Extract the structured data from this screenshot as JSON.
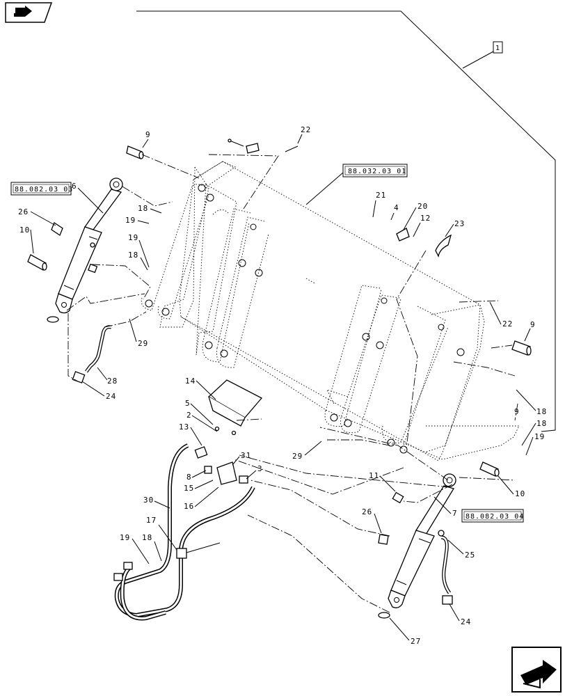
{
  "diagram": {
    "assembly_ref": "1",
    "refs": {
      "bucket": "88.032.03 01",
      "cylinder_left": "88.082.03 03",
      "cylinder_right": "88.082.03 04"
    },
    "callouts": {
      "c1": "1",
      "c2": "2",
      "c3": "3",
      "c4": "4",
      "c5": "5",
      "c6": "6",
      "c7": "7",
      "c8": "8",
      "c9a": "9",
      "c9b": "9",
      "c9c": "9",
      "c10a": "10",
      "c10b": "10",
      "c11": "11",
      "c12": "12",
      "c13": "13",
      "c14": "14",
      "c15": "15",
      "c16": "16",
      "c17": "17",
      "c18a": "18",
      "c18b": "18",
      "c18c": "18",
      "c18d": "18",
      "c18e": "18",
      "c19a": "19",
      "c19b": "19",
      "c19c": "19",
      "c19d": "19",
      "c20": "20",
      "c21": "21",
      "c22a": "22",
      "c22b": "22",
      "c23": "23",
      "c24a": "24",
      "c24b": "24",
      "c25": "25",
      "c26a": "26",
      "c26b": "26",
      "c27": "27",
      "c28": "28",
      "c29a": "29",
      "c29b": "29",
      "c30": "30",
      "c31": "31"
    },
    "icons": {
      "top_left": "previous-page-icon",
      "bottom_right": "next-page-icon"
    }
  }
}
